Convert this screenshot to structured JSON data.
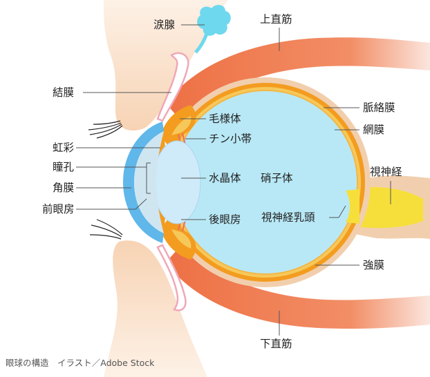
{
  "labels": {
    "lacrimal_gland": "涙腺",
    "superior_rectus": "上直筋",
    "conjunctiva": "結膜",
    "choroid": "脈絡膜",
    "ciliary_body": "毛様体",
    "retina": "網膜",
    "iris": "虹彩",
    "zonule": "チン小帯",
    "optic_nerve": "視神経",
    "pupil": "瞳孔",
    "lens": "水晶体",
    "vitreous": "硝子体",
    "cornea": "角膜",
    "anterior_chamber": "前眼房",
    "posterior_chamber": "後眼房",
    "optic_disc": "視神経乳頭",
    "sclera": "強膜",
    "inferior_rectus": "下直筋"
  },
  "caption": "眼球の構造　イラスト／Adobe Stock",
  "colors": {
    "vitreous": "#b8e8f6",
    "lens": "#cfeaf9",
    "choroid": "#f39c1f",
    "retina": "#f6c85a",
    "sclera": "#f1cfae",
    "muscle": "#ef7b4e",
    "cornea": "#5fb7ea",
    "optic_nerve": "#f6df3a",
    "lacrimal": "#6ed8ee",
    "eyelid": "#fbe1cc",
    "conjunctiva": "#f0a7b7",
    "leader": "#555555"
  }
}
